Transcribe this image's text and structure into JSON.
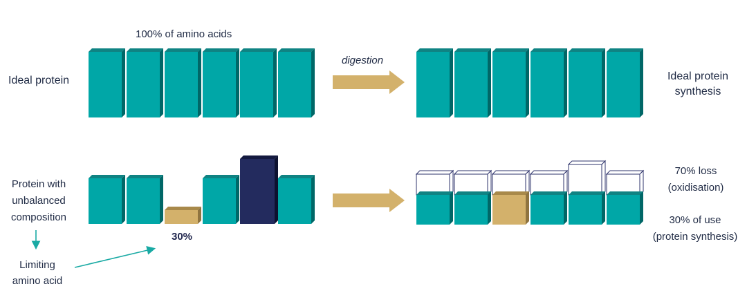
{
  "colors": {
    "amino_acid": "#00a7a7",
    "amino_acid_top": "#0f8383",
    "amino_acid_side": "#006767",
    "limiting": "#d3b16b",
    "limiting_top": "#a8894a",
    "limiting_side": "#8f7440",
    "excess": "#232b5e",
    "excess_top": "#141a40",
    "excess_side": "#0d1230",
    "outline": "#2d336b",
    "arrow": "#d3b16b",
    "arrow_pointer": "#19aaa4"
  },
  "top_row": {
    "header": "100% of amino acids",
    "left_label": "Ideal protein",
    "arrow_label": "digestion",
    "right_label": [
      "Ideal protein",
      "synthesis"
    ]
  },
  "bottom_row": {
    "left_label": [
      "Protein with",
      "unbalanced",
      "composition"
    ],
    "limiting_percent": "30%",
    "limiting_label": [
      "Limiting",
      "amino acid"
    ],
    "loss_label": [
      "70% loss",
      "(oxidisation)"
    ],
    "use_label": [
      "30% of use",
      "(protein synthesis)"
    ]
  }
}
